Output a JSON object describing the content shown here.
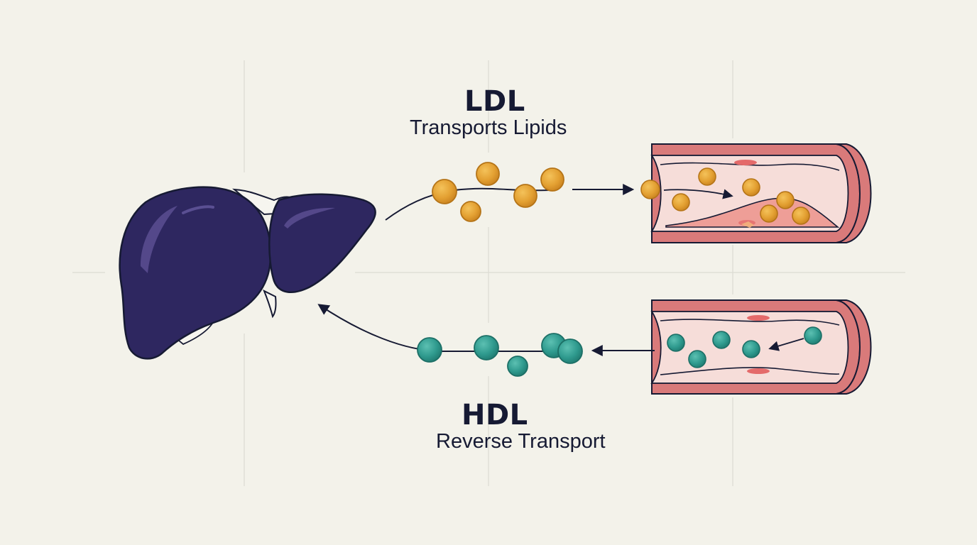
{
  "ldl": {
    "title": "LDL",
    "subtitle": "Transports Lipids",
    "color": "#e3a032"
  },
  "hdl": {
    "title": "HDL",
    "subtitle": "Reverse Transport",
    "color": "#2f9a8e"
  },
  "colors": {
    "background": "#f3f2ea",
    "liver": "#2e2760",
    "vessel_wall": "#d97a7a",
    "vessel_lumen": "#f6ddd9",
    "ink": "#161a33"
  },
  "icons": [
    "liver-icon",
    "artery-with-plaque-icon",
    "healthy-artery-icon",
    "ldl-particle-icon",
    "hdl-particle-icon"
  ]
}
